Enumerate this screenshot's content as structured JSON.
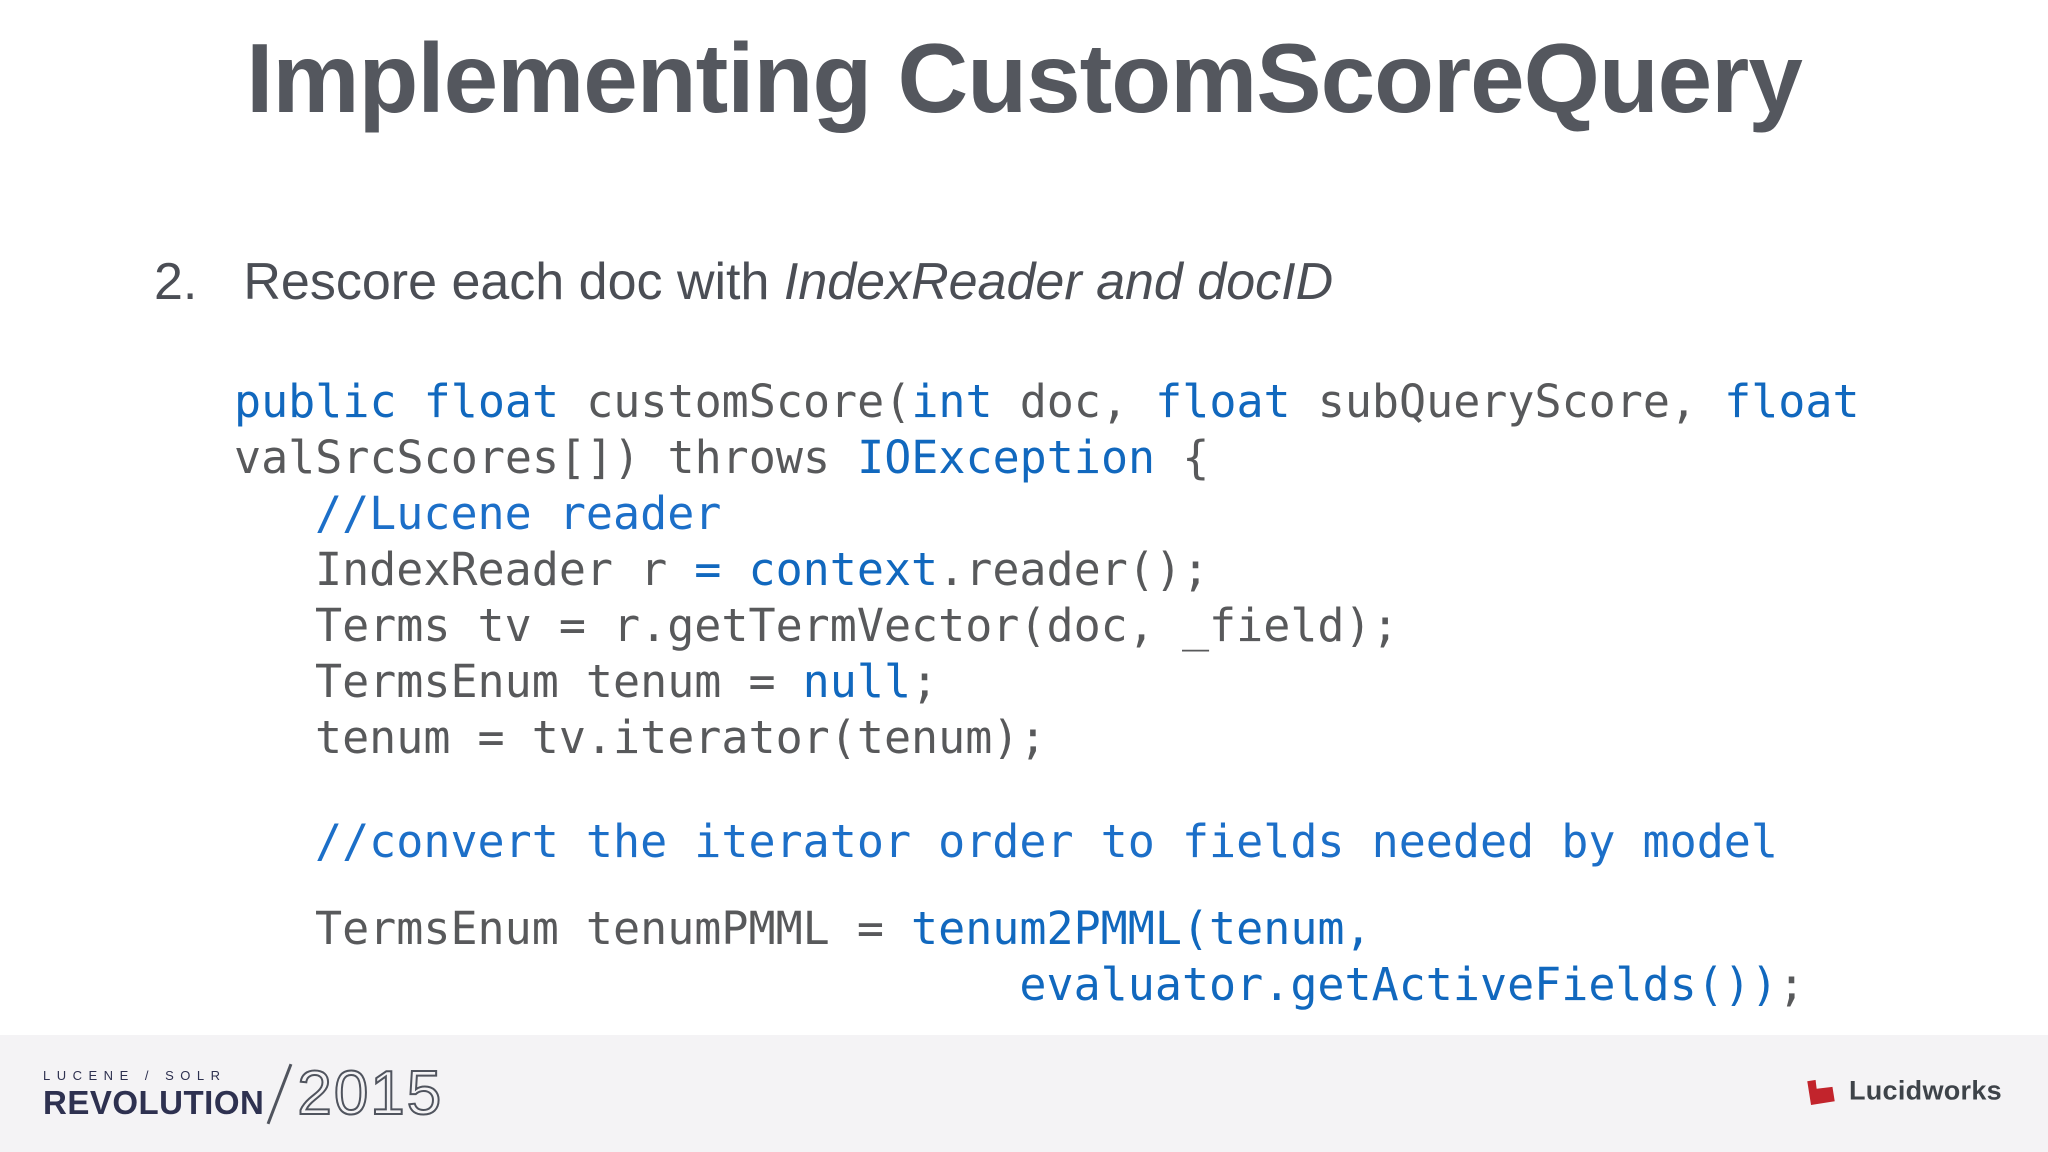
{
  "slide": {
    "title": "Implementing CustomScoreQuery"
  },
  "bullet": {
    "number": "2.",
    "text": "Rescore each doc with ",
    "emphasis": "IndexReader and docID"
  },
  "code": {
    "lines": [
      {
        "indent": 0,
        "segments": [
          [
            "public",
            "kw"
          ],
          [
            " ",
            "pl"
          ],
          [
            "float",
            "kw"
          ],
          [
            " customScore(",
            "pl"
          ],
          [
            "int",
            "kw"
          ],
          [
            " doc, ",
            "pl"
          ],
          [
            "float",
            "kw"
          ],
          [
            " subQueryScore, ",
            "pl"
          ],
          [
            "float",
            "kw"
          ]
        ]
      },
      {
        "indent": 0,
        "segments": [
          [
            "valSrcScores[]) throws ",
            "pl"
          ],
          [
            "IOException",
            "kw"
          ],
          [
            " {",
            "pl"
          ]
        ]
      },
      {
        "indent": 1,
        "segments": [
          [
            "//Lucene reader",
            "cm"
          ]
        ]
      },
      {
        "indent": 1,
        "segments": [
          [
            "IndexReader r ",
            "pl"
          ],
          [
            "= context",
            "kw"
          ],
          [
            ".reader();",
            "pl"
          ]
        ]
      },
      {
        "indent": 1,
        "segments": [
          [
            "Terms tv = r.getTermVector(doc, _field);",
            "pl"
          ]
        ]
      },
      {
        "indent": 1,
        "segments": [
          [
            "TermsEnum tenum = ",
            "pl"
          ],
          [
            "null",
            "kw"
          ],
          [
            ";",
            "pl"
          ]
        ]
      },
      {
        "indent": 1,
        "segments": [
          [
            "tenum = tv.iterator(tenum);",
            "pl"
          ]
        ]
      },
      {
        "gap": 48
      },
      {
        "indent": 1,
        "segments": [
          [
            "//convert the iterator order to fields needed by model",
            "cm"
          ]
        ]
      },
      {
        "gap": 31
      },
      {
        "indent": 1,
        "segments": [
          [
            "TermsEnum tenumPMML = ",
            "pl"
          ],
          [
            "tenum2PMML(tenum,",
            "kw"
          ]
        ]
      },
      {
        "indent": 1,
        "segments": [
          [
            "                          ",
            "pl"
          ],
          [
            "evaluator.getActiveFields())",
            "kw"
          ],
          [
            ";",
            "pl"
          ]
        ]
      }
    ]
  },
  "footer": {
    "brand_top": "LUCENE / SOLR",
    "brand_name": "REVOLUTION",
    "brand_year": "2015",
    "logo_text": "Lucidworks"
  },
  "colors": {
    "title": "#54575E",
    "heading": "#4B4E55",
    "plain": "#58595B",
    "keyword": "#1168BE",
    "comment": "#1C6FC8",
    "footer_bg": "#F4F3F5",
    "navy": "#2E3150",
    "logo_red": "#C2242C",
    "logo_text": "#3E4349"
  }
}
